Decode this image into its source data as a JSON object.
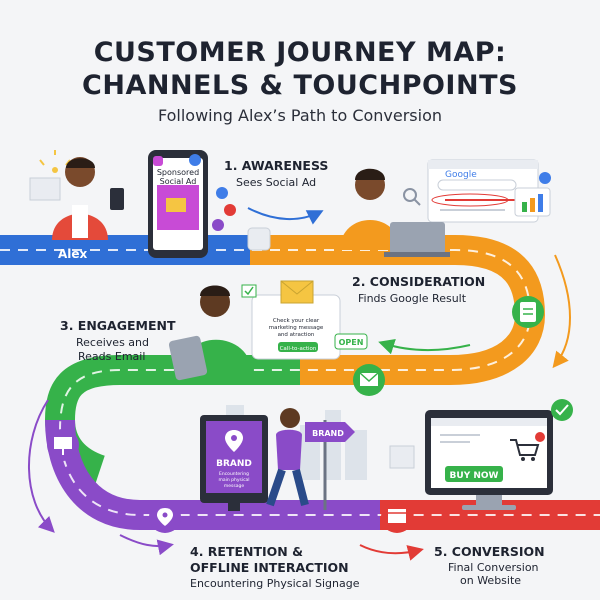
{
  "header": {
    "title_line1": "CUSTOMER JOURNEY MAP:",
    "title_line2": "CHANNELS & TOUCHPOINTS",
    "subtitle": "Following Alex’s Path to Conversion"
  },
  "persona": {
    "name": "Alex"
  },
  "stages": [
    {
      "title": "1. AWARENESS",
      "desc": "Sees Social Ad"
    },
    {
      "title": "2. CONSIDERATION",
      "desc": "Finds Google Result"
    },
    {
      "title": "3. ENGAGEMENT",
      "desc_line1": "Receives and",
      "desc_line2": "Reads Email"
    },
    {
      "title_line1": "4. RETENTION &",
      "title_line2": "OFFLINE INTERACTION",
      "desc": "Encountering Physical Signage"
    },
    {
      "title": "5. CONVERSION",
      "desc_line1": "Final Conversion",
      "desc_line2": "on Website"
    }
  ],
  "phone_ad": {
    "line1": "Sponsored",
    "line2": "Social Ad"
  },
  "search": {
    "brand": "Google"
  },
  "email_popup": {
    "text_line1": "Check your clear",
    "text_line2": "marketing message",
    "text_line3": "and atraction",
    "cta": "Call-to-action",
    "open_label": "OPEN"
  },
  "billboard": {
    "brand": "BRAND",
    "sub_line1": "Encountering",
    "sub_line2": "main physical",
    "sub_line3": "message"
  },
  "sign": {
    "label": "BRAND"
  },
  "website": {
    "buy_label": "BUY NOW"
  },
  "colors": {
    "blue": "#2f6fd6",
    "orange": "#f39a1e",
    "green": "#36b24a",
    "purple": "#8a4bc8",
    "red": "#e23b36",
    "title": "#1e2330"
  }
}
